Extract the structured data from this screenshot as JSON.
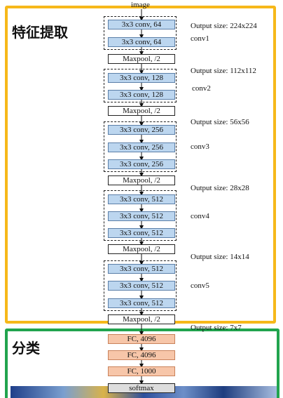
{
  "sections": {
    "feature": "特征提取",
    "classify": "分类"
  },
  "input_label": "image",
  "conv_groups": [
    {
      "name": "conv1",
      "output": "Output size: 224x224",
      "layers": [
        "3x3 conv, 64",
        "3x3 conv, 64"
      ]
    },
    {
      "name": "conv2",
      "output": "Output size: 112x112",
      "layers": [
        "3x3 conv, 128",
        "3x3 conv, 128"
      ]
    },
    {
      "name": "conv3",
      "output": "Output size: 56x56",
      "layers": [
        "3x3 conv, 256",
        "3x3 conv, 256",
        "3x3 conv, 256"
      ]
    },
    {
      "name": "conv4",
      "output": "Output size: 28x28",
      "layers": [
        "3x3 conv, 512",
        "3x3 conv, 512",
        "3x3 conv, 512"
      ]
    },
    {
      "name": "conv5",
      "output": "Output size: 14x14",
      "layers": [
        "3x3 conv, 512",
        "3x3 conv, 512",
        "3x3 conv, 512"
      ]
    }
  ],
  "pool_label": "Maxpool, /2",
  "final_output": "Output size: 7x7",
  "fc_layers": [
    "FC, 4096",
    "FC, 4096",
    "FC, 1000"
  ],
  "softmax_label": "softmax",
  "colors": {
    "feature_frame": "#f6b81a",
    "classify_frame": "#21a44e",
    "conv_fill": "#bcd6ef",
    "fc_fill": "#f7c6a9"
  }
}
